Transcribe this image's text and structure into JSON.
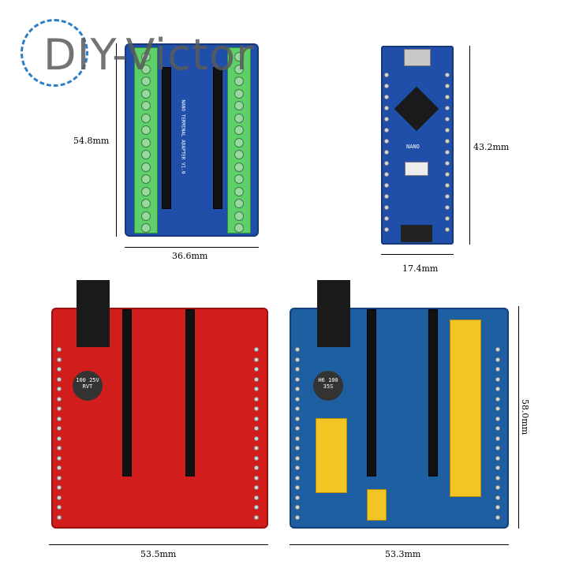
{
  "watermark": "DIY-Victor",
  "colors": {
    "terminal_board": "#1f4fa8",
    "nano": "#1f4fa8",
    "red_shield": "#d21d1d",
    "blue_shield": "#1d5fa0",
    "terminal": "#5fcf6a",
    "headers": "#f2c424"
  },
  "dimensions": {
    "terminal_height": "54.8mm",
    "terminal_width": "36.6mm",
    "nano_height": "43.2mm",
    "nano_width": "17.4mm",
    "red_width": "53.5mm",
    "blue_width": "53.3mm",
    "blue_height": "58.0mm"
  },
  "labels": {
    "nano": "NANO",
    "adapter": "NANO TERMINAL ADAPTER V1.0",
    "cap_red": "100 25V RVT",
    "cap_blue": "H6 100 35S"
  }
}
